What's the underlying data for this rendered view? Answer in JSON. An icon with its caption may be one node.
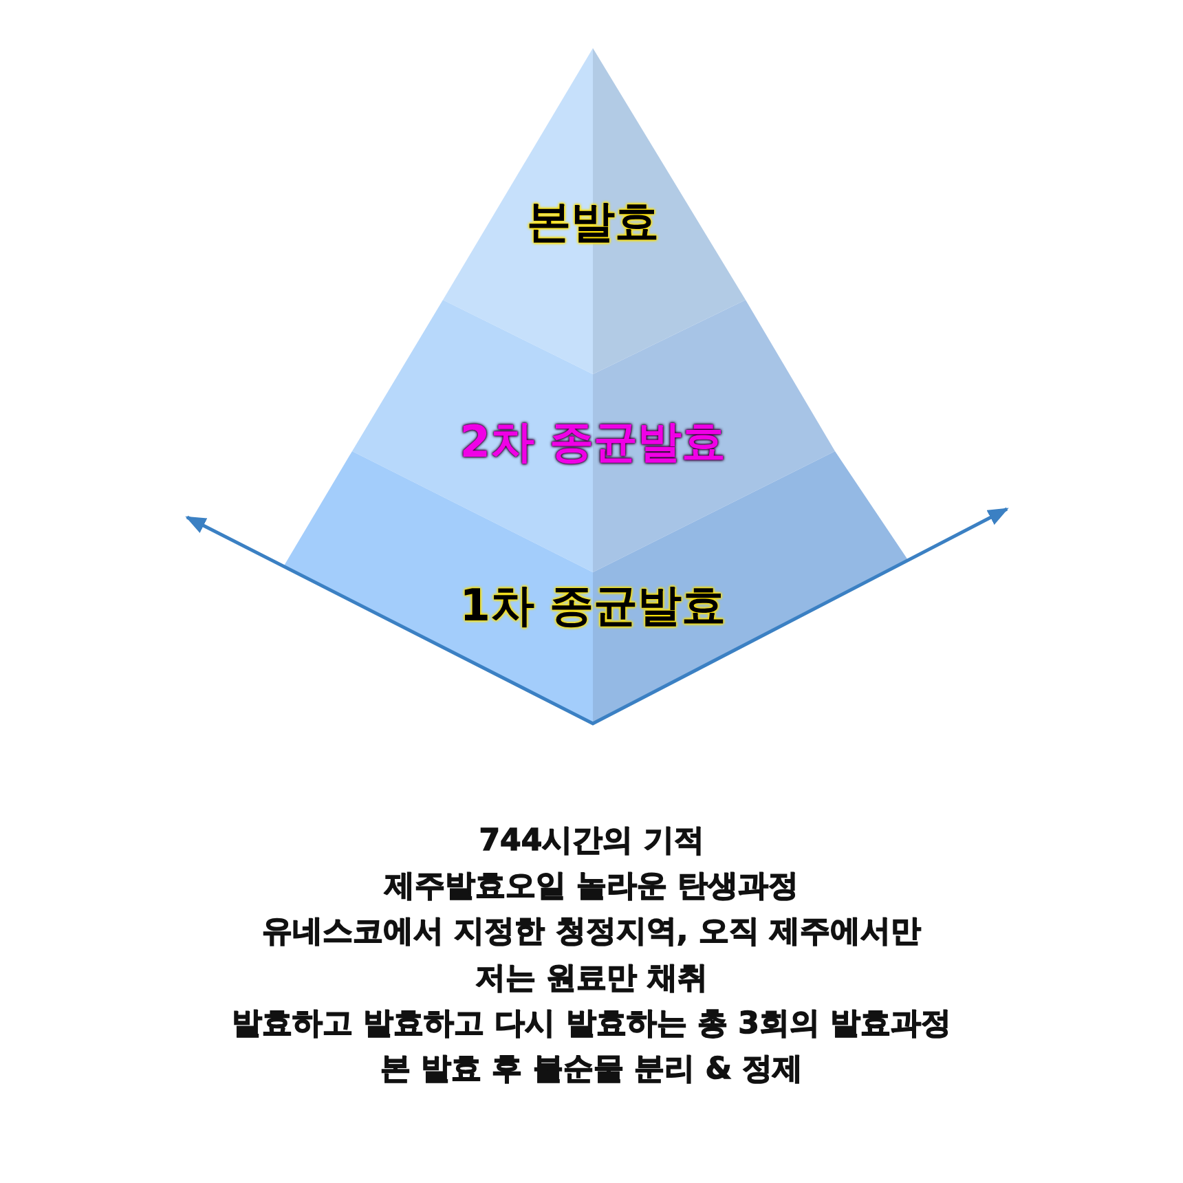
{
  "diagram": {
    "nodes": [
      {
        "text": [
          "본발효"
        ]
      },
      {
        "text": [
          "2차 종균발효"
        ]
      },
      {
        "text": [
          "1차 종균발효"
        ]
      }
    ],
    "labels": [
      "744시간의 기적",
      "제주발효오일 놀라운 탄생과정",
      "유네스코에서 지정한 청정지역, 오직 제주에서만",
      "저는 원료만 채취",
      "발효하고 발효하고 다시 발효하는 총 3회의 발효과정",
      "본 발효 후 불순물 분리 & 정제"
    ]
  }
}
